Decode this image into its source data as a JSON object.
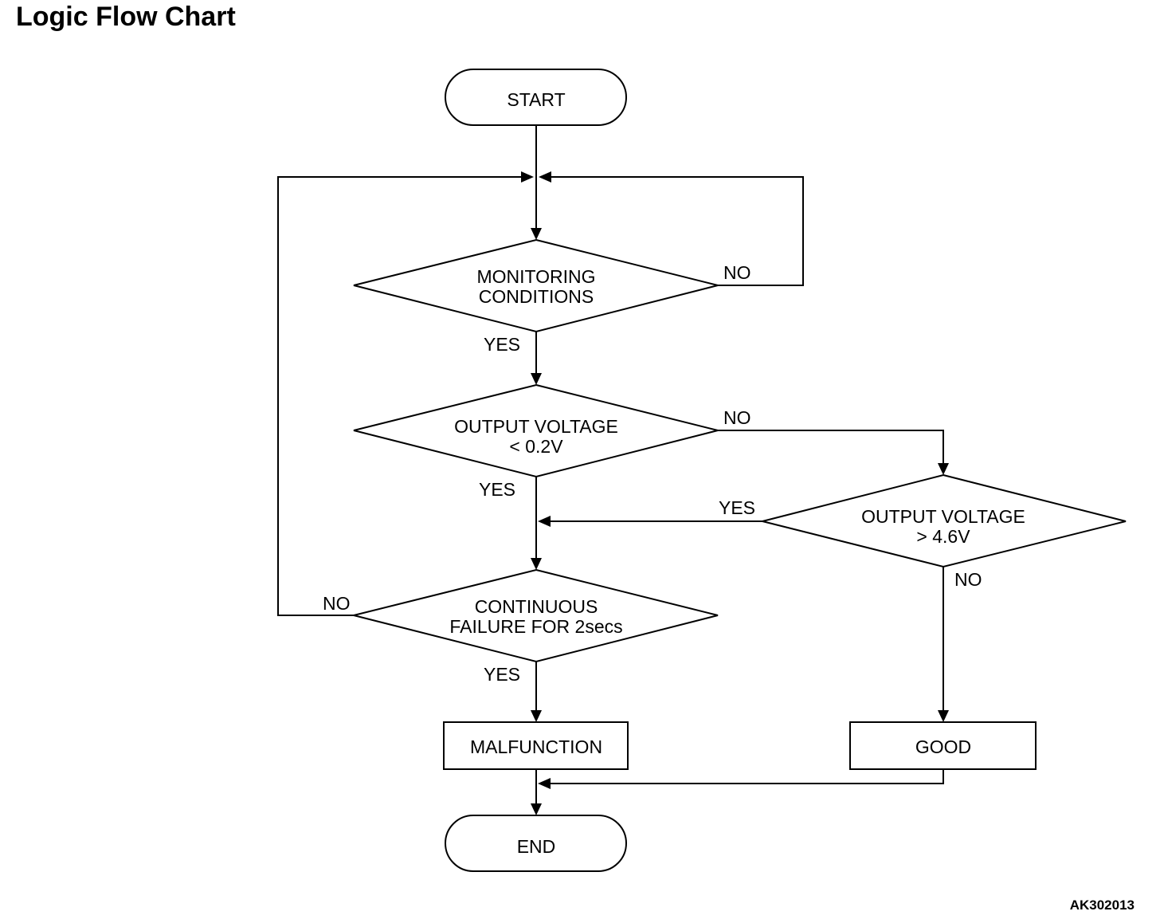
{
  "title": "Logic Flow Chart",
  "figure_id": "AK302013",
  "nodes": {
    "start": "START",
    "monitoring_line1": "MONITORING",
    "monitoring_line2": "CONDITIONS",
    "low_v_line1": "OUTPUT VOLTAGE",
    "low_v_line2": "< 0.2V",
    "high_v_line1": "OUTPUT VOLTAGE",
    "high_v_line2": "> 4.6V",
    "continuous_line1": "CONTINUOUS",
    "continuous_line2": "FAILURE FOR 2secs",
    "malfunction": "MALFUNCTION",
    "good": "GOOD",
    "end": "END"
  },
  "labels": {
    "monitoring_no": "NO",
    "monitoring_yes": "YES",
    "low_v_no": "NO",
    "low_v_yes": "YES",
    "high_v_yes": "YES",
    "high_v_no": "NO",
    "continuous_no": "NO",
    "continuous_yes": "YES"
  }
}
